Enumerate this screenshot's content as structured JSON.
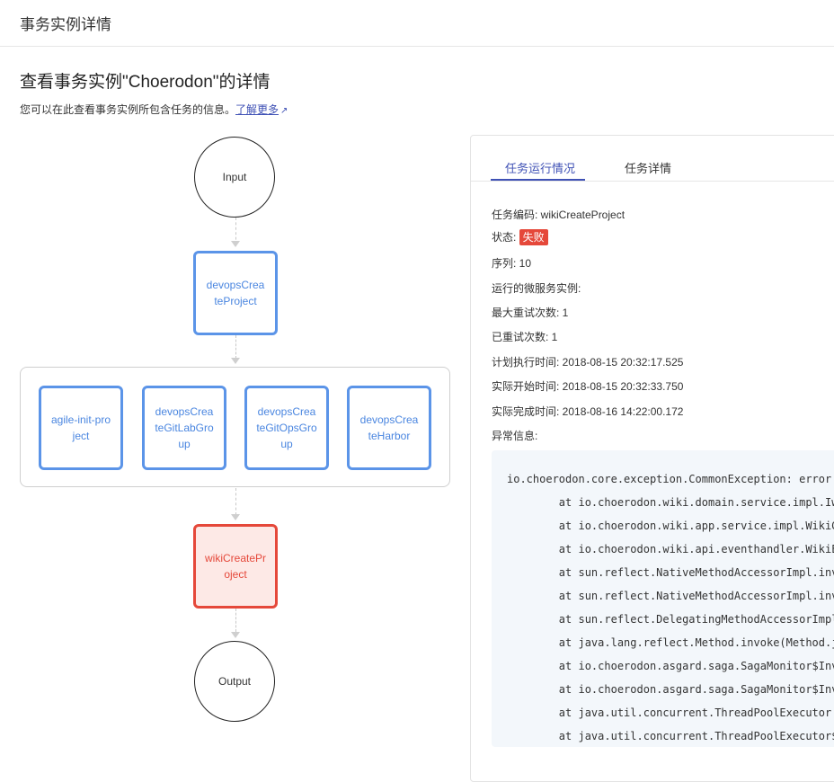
{
  "header": {
    "title": "事务实例详情"
  },
  "page": {
    "title": "查看事务实例\"Choerodon\"的详情",
    "description": "您可以在此查看事务实例所包含任务的信息。",
    "learn_more": "了解更多",
    "learn_more_icon": "external-link-icon"
  },
  "flow": {
    "start": "Input",
    "step1": "devopsCreateProject",
    "parallel": [
      "agile-init-project",
      "devopsCreateGitLabGroup",
      "devopsCreateGitOpsGroup",
      "devopsCreateHarbor"
    ],
    "step3": "wikiCreateProject",
    "end": "Output"
  },
  "panel": {
    "tabs": [
      "任务运行情况",
      "任务详情"
    ],
    "active_tab": 0,
    "fields": {
      "code": "任务编码: wikiCreateProject",
      "status_label": "状态: ",
      "status_value": "失败",
      "seq": "序列: 10",
      "instance": "运行的微服务实例:",
      "max_retry": "最大重试次数: 1",
      "retried": "已重试次数: 1",
      "planned": "计划执行时间: 2018-08-15 20:32:17.525",
      "started": "实际开始时间: 2018-08-15 20:32:33.750",
      "finished": "实际完成时间: 2018-08-16 14:22:00.172",
      "exception_label": "异常信息:"
    },
    "status_color": "#e5483a",
    "exception": [
      "io.choerodon.core.exception.CommonException: error.",
      "        at io.choerodon.wiki.domain.service.impl.Iw",
      "        at io.choerodon.wiki.app.service.impl.WikiG",
      "        at io.choerodon.wiki.api.eventhandler.WikiE",
      "        at sun.reflect.NativeMethodAccessorImpl.inv",
      "        at sun.reflect.NativeMethodAccessorImpl.inv",
      "        at sun.reflect.DelegatingMethodAccessorImpl",
      "        at java.lang.reflect.Method.invoke(Method.j",
      "        at io.choerodon.asgard.saga.SagaMonitor$Inv",
      "        at io.choerodon.asgard.saga.SagaMonitor$Inv",
      "        at java.util.concurrent.ThreadPoolExecutor.",
      "        at java.util.concurrent.ThreadPoolExecutor$"
    ]
  },
  "colors": {
    "accent": "#3f51b5",
    "node_border": "#5b94e8",
    "failed": "#e5483a"
  }
}
